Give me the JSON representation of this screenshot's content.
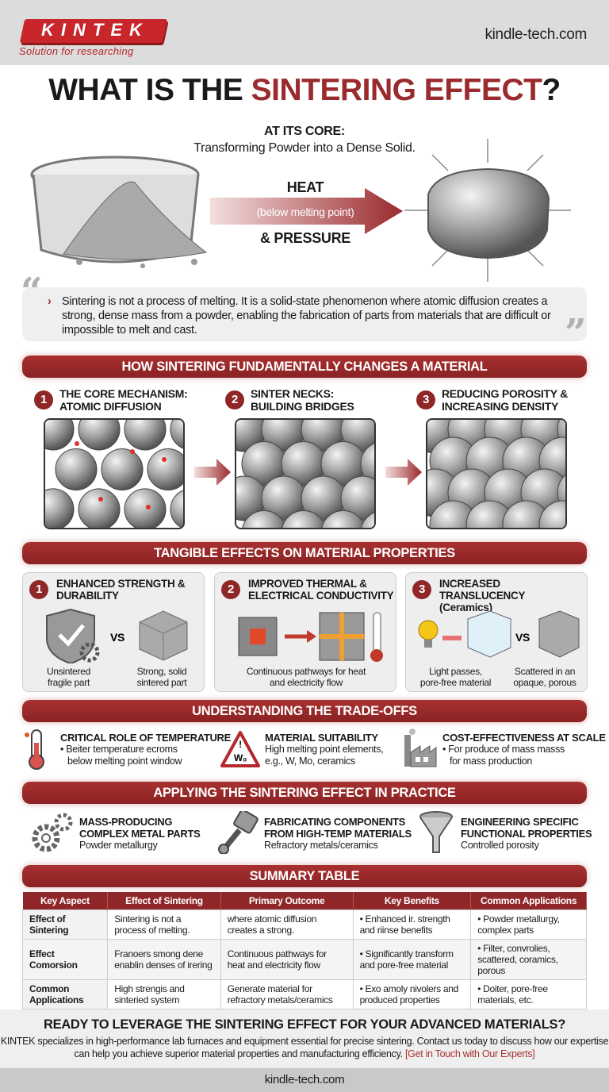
{
  "header": {
    "logo_text": "KINTEK",
    "logo_tagline": "Solution for researching",
    "site": "kindle-tech.com"
  },
  "title": {
    "part1": "WHAT IS THE ",
    "highlight": "SINTERING EFFECT",
    "part2": "?"
  },
  "core": {
    "label": "AT ITS CORE:",
    "subtitle": "Transforming Powder into a Dense Solid.",
    "heat": "HEAT",
    "condition": "(below melting point)",
    "pressure": "& PRESSURE"
  },
  "quote": "Sintering is not a process of melting. It is a solid-state phenomenon where atomic diffusion creates a strong, dense mass from a powder, enabling the fabrication of parts from materials that are difficult or impossible to melt and cast.",
  "section1": {
    "title": "HOW SINTERING FUNDAMENTALLY CHANGES A MATERIAL",
    "steps": [
      {
        "n": "1",
        "l1": "THE CORE MECHANISM:",
        "l2": "ATOMIC DIFFUSION"
      },
      {
        "n": "2",
        "l1": "SINTER NECKS:",
        "l2": "BUILDING BRIDGES"
      },
      {
        "n": "3",
        "l1": "REDUCING POROSITY &",
        "l2": "INCREASING DENSITY"
      }
    ]
  },
  "section2": {
    "title": "TANGIBLE EFFECTS ON MATERIAL PROPERTIES",
    "cards": [
      {
        "n": "1",
        "l1": "ENHANCED STRENGTH &",
        "l2": "DURABILITY",
        "vs": "VS",
        "cap_a1": "Unsintered",
        "cap_a2": "fragile part",
        "cap_b1": "Strong, solid",
        "cap_b2": "sintered part"
      },
      {
        "n": "2",
        "l1": "IMPROVED THERMAL &",
        "l2": "ELECTRICAL CONDUCTIVITY",
        "cap1": "Continuous pathways for heat",
        "cap2": "and electricity flow"
      },
      {
        "n": "3",
        "l1": "INCREASED TRANSLUCENCY",
        "l2": "(Ceramics)",
        "vs": "VS",
        "cap_a1": "Light passes,",
        "cap_a2": "pore-free material",
        "cap_b1": "Scattered in an",
        "cap_b2": "opaque, porous"
      }
    ]
  },
  "section3": {
    "title": "UNDERSTANDING THE TRADE-OFFS",
    "items": [
      {
        "title": "CRITICAL ROLE OF TEMPERATURE",
        "l1": "• Beiter temperature ecroms",
        "l2": "below melting point window"
      },
      {
        "title": "MATERIAL SUITABILITY",
        "l1": "High melting point elements,",
        "l2": "e.g., W, Mo, ceramics",
        "icon_text": "W₀"
      },
      {
        "title": "COST-EFFECTIVENESS AT SCALE",
        "l1": "• For produce of mass masss",
        "l2": "for mass production"
      }
    ]
  },
  "section4": {
    "title": "APPLYING THE SINTERING EFFECT IN PRACTICE",
    "items": [
      {
        "l1": "MASS-PRODUCING",
        "l2": "COMPLEX METAL PARTS",
        "sub": "Powder metallurgy"
      },
      {
        "l1": "FABRICATING COMPONENTS",
        "l2": "FROM HIGH-TEMP MATERIALS",
        "sub": "Refractory metals/ceramics"
      },
      {
        "l1": "ENGINEERING SPECIFIC",
        "l2": "FUNCTIONAL PROPERTIES",
        "sub": "Controlled porosity"
      }
    ]
  },
  "summary": {
    "title": "SUMMARY TABLE",
    "headers": [
      "Key Aspect",
      "Effect of Sintering",
      "Primary Outcome",
      "Key Benefits",
      "Common Applications"
    ],
    "rows": [
      [
        "Effect of Sintering",
        "Sintering is not a process of melting.",
        "where atomic diffusion creates a strong.",
        "• Enhanced ir. strength and riinse benefits",
        "• Powder metallurgy, complex parts"
      ],
      [
        "Effect Comorsion",
        "Franoers smong dene enablin denses of irering",
        "Continuous pathways for heat and electricity flow",
        "• Significantly transform and pore-free material",
        "• Filter, convrolies, scattered, coramics, porous"
      ],
      [
        "Common Applications",
        "High strengis and sinteried system",
        "Generate material for refractory metals/ceramics",
        "• Exo amoly nivolers and produced properties",
        "• Doiter, pore-free materials, etc."
      ]
    ]
  },
  "cta": {
    "title": "READY TO LEVERAGE THE SINTERING EFFECT FOR YOUR ADVANCED MATERIALS?",
    "body": "KINTEK specializes in high-performance lab furnaces and equipment essential for precise sintering. Contact us today to discuss how our expertise can help you achieve superior material properties and manufacturing efficiency. ",
    "link": "[Get in Touch with Our Experts]"
  },
  "footer": {
    "site": "kindle-tech.com"
  },
  "colors": {
    "accent": "#9a2a2d",
    "banner": "#8f2628",
    "header_bg": "#dcdcdc"
  }
}
